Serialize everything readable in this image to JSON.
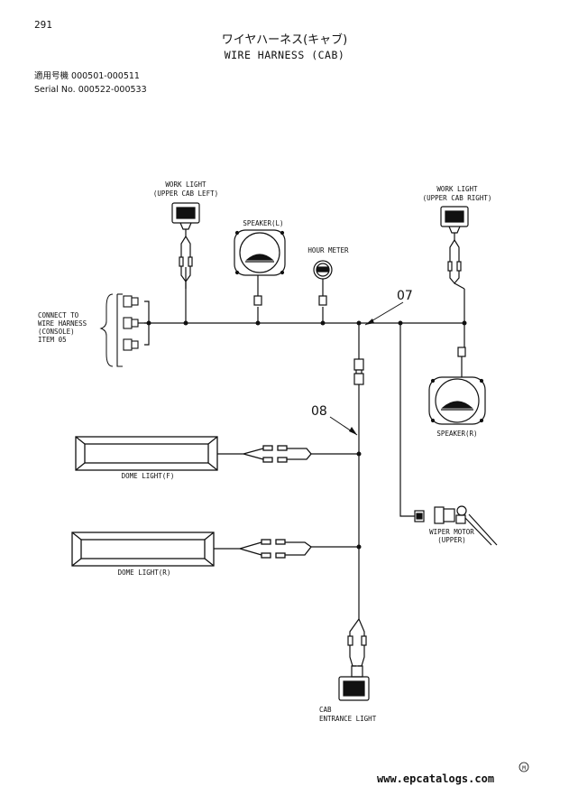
{
  "page_number": "291",
  "title_jp": "ワイヤハーネス(キャブ)",
  "title_en": "WIRE HARNESS (CAB)",
  "applicability": "適用号機  000501-000511",
  "serial": "Serial No.  000522-000533",
  "labels": {
    "work_light_left": [
      "WORK LIGHT",
      "(UPPER CAB LEFT)"
    ],
    "work_light_right": [
      "WORK LIGHT",
      "(UPPER CAB RIGHT)"
    ],
    "speaker_left": "SPEAKER(L)",
    "hour_meter": "HOUR METER",
    "connect_to": [
      "CONNECT TO",
      "WIRE HARNESS",
      "(CONSOLE)",
      "ITEM 05"
    ],
    "speaker_right": "SPEAKER(R)",
    "dome_light_front": "DOME LIGHT(F)",
    "dome_light_rear": "DOME LIGHT(R)",
    "wiper_motor": [
      "WIPER MOTOR",
      "(UPPER)"
    ],
    "cab_entrance_light": [
      "CAB",
      "ENTRANCE LIGHT"
    ]
  },
  "callouts": {
    "item_07": "07",
    "item_08": "08"
  },
  "watermark": "www.epcatalogs.com",
  "watermark_mark": "M"
}
